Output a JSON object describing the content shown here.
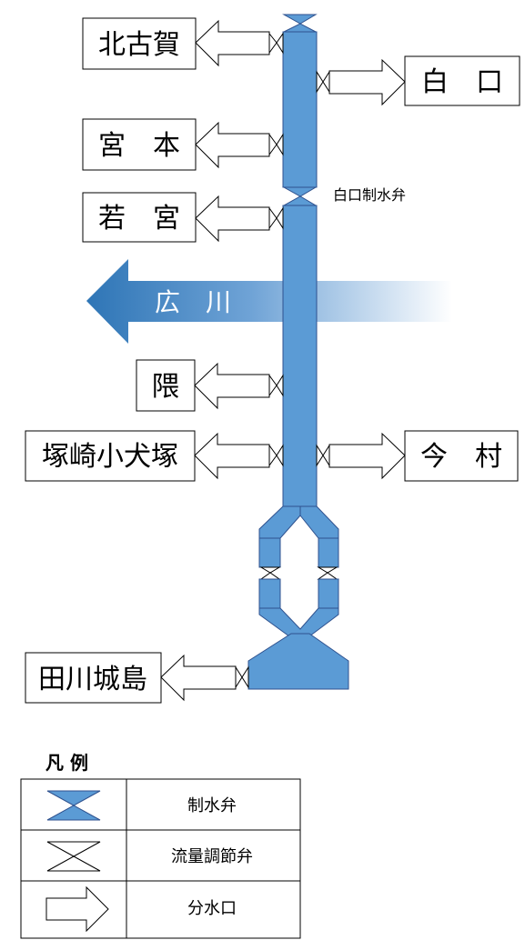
{
  "canal": {
    "name": "広　川",
    "fill_color": "#5B9BD5",
    "river_gradient_dark": "#2E75B6",
    "outline_color": "#2F528F"
  },
  "valve_label": "白口制水弁",
  "outlets": {
    "kitakoga": "北古賀",
    "shiraguchi": "白　口",
    "miyamoto": "宮　本",
    "wakamiya": "若　宮",
    "kuma": "隈",
    "tsukazaki": "塚崎小犬塚",
    "imamura": "今　村",
    "tagawa": "田川城島"
  },
  "legend": {
    "title": "凡 例",
    "items": [
      {
        "icon": "control-valve-icon",
        "label": "制水弁"
      },
      {
        "icon": "flow-valve-icon",
        "label": "流量調節弁"
      },
      {
        "icon": "outlet-arrow-icon",
        "label": "分水口"
      }
    ]
  }
}
